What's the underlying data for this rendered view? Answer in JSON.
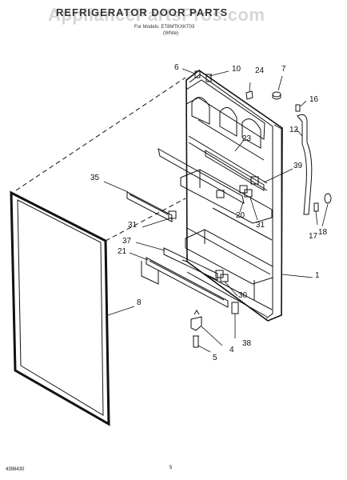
{
  "header": {
    "title": "REFRIGERATOR DOOR PARTS",
    "subtitle_model": "For Models: ET8MTKXKT03",
    "subtitle_color": "(White)",
    "watermark": "AppliancePartsPros.com"
  },
  "callouts": [
    "6",
    "10",
    "24",
    "7",
    "16",
    "12",
    "23",
    "39",
    "35",
    "20",
    "31",
    "31",
    "37",
    "21",
    "1",
    "30",
    "8",
    "4",
    "38",
    "5",
    "17",
    "18"
  ],
  "footer": {
    "doc_number": "4398430",
    "page_number": "5"
  }
}
